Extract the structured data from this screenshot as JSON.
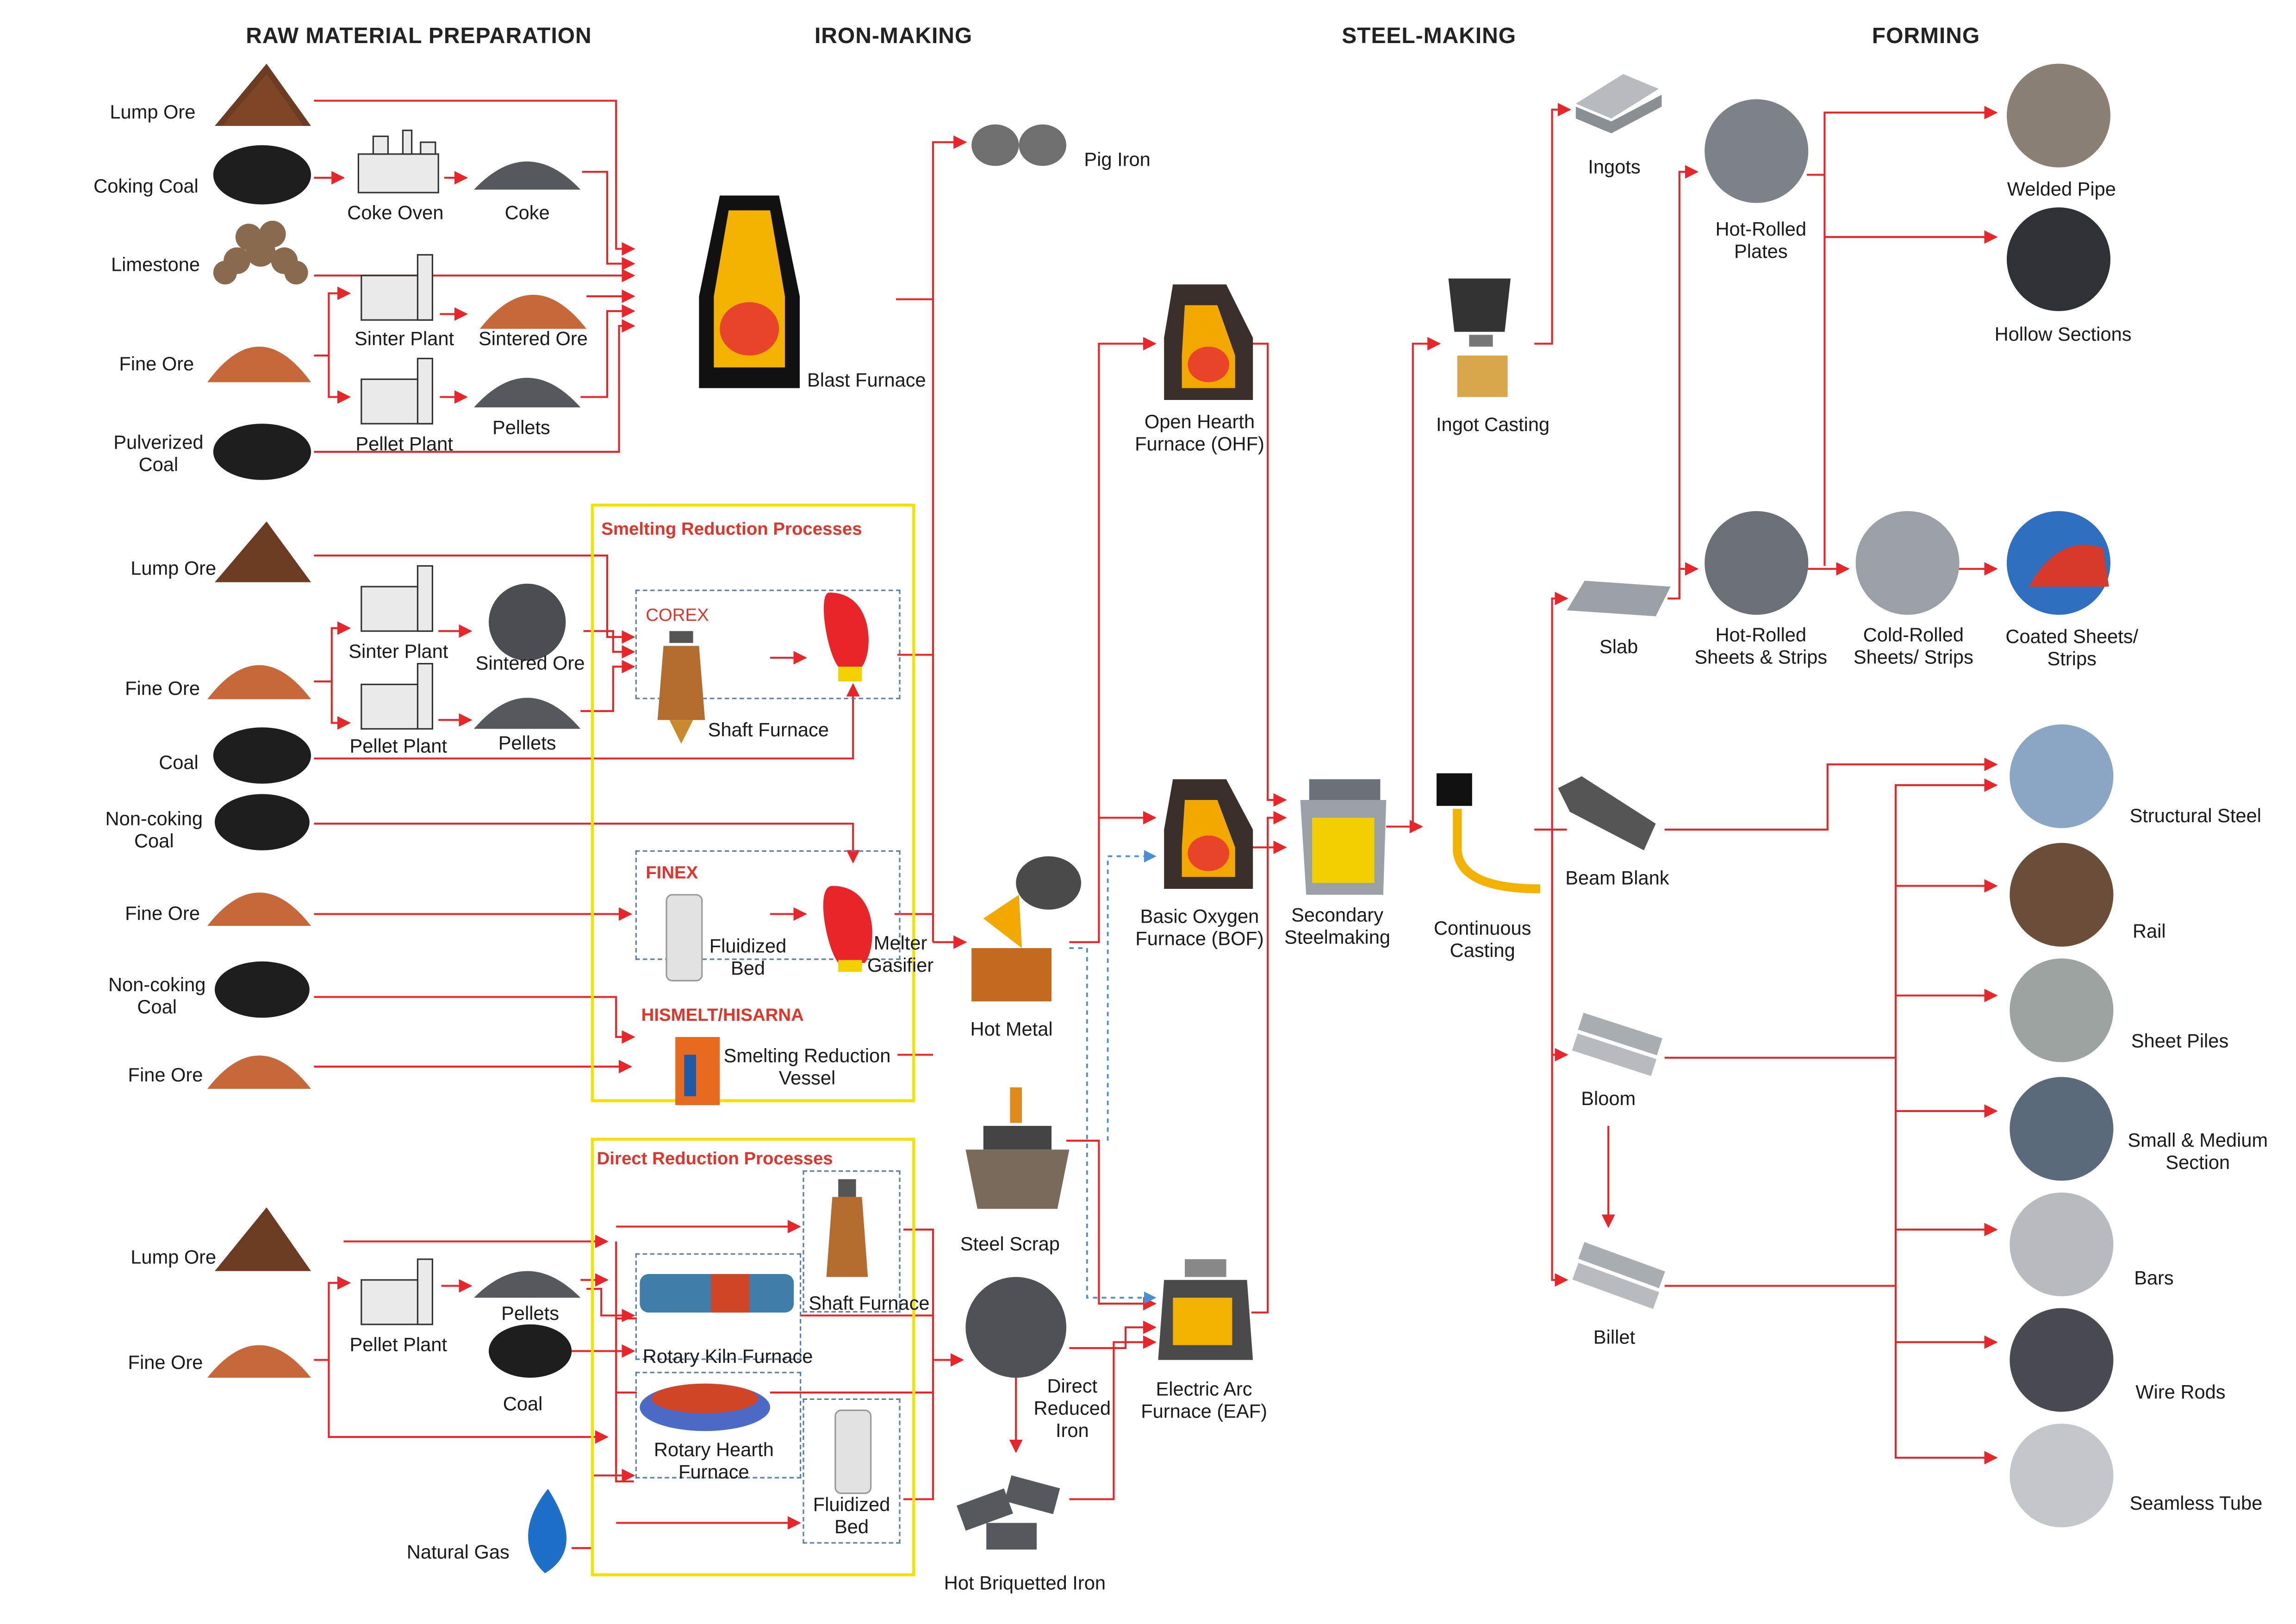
{
  "headers": {
    "raw": "RAW MATERIAL PREPARATION",
    "iron": "IRON-MAKING",
    "steel": "STEEL-MAKING",
    "forming": "FORMING"
  },
  "raw": {
    "lump_ore_1": "Lump Ore",
    "coking_coal": "Coking Coal",
    "coke_oven": "Coke Oven",
    "coke": "Coke",
    "limestone": "Limestone",
    "fine_ore_1": "Fine Ore",
    "sinter_plant_1": "Sinter Plant",
    "sintered_ore_1": "Sintered Ore",
    "pellet_plant_1": "Pellet Plant",
    "pellets_1": "Pellets",
    "pulverized_coal": "Pulverized\nCoal",
    "lump_ore_2": "Lump Ore",
    "sinter_plant_2": "Sinter Plant",
    "sintered_ore_2": "Sintered Ore",
    "fine_ore_2": "Fine Ore",
    "pellet_plant_2": "Pellet Plant",
    "pellets_2": "Pellets",
    "coal_2": "Coal",
    "non_coking_coal_1": "Non-coking\nCoal",
    "fine_ore_3": "Fine Ore",
    "non_coking_coal_2": "Non-coking\nCoal",
    "fine_ore_4": "Fine Ore",
    "lump_ore_3": "Lump Ore",
    "fine_ore_5": "Fine Ore",
    "pellet_plant_3": "Pellet Plant",
    "pellets_3": "Pellets",
    "coal_3": "Coal",
    "natural_gas": "Natural Gas"
  },
  "iron": {
    "pig_iron": "Pig Iron",
    "blast_furnace": "Blast Furnace",
    "smelting_title": "Smelting Reduction Processes",
    "corex": "COREX",
    "shaft_furnace_1": "Shaft Furnace",
    "finex": "FINEX",
    "fluidized_bed_1": "Fluidized\nBed",
    "melter_gasifier": "Melter\nGasifier",
    "hismelt": "HISMELT/HISARNA",
    "smelting_vessel": "Smelting Reduction\nVessel",
    "direct_title": "Direct Reduction Processes",
    "shaft_furnace_2": "Shaft Furnace",
    "rotary_kiln": "Rotary Kiln Furnace",
    "rotary_hearth": "Rotary Hearth\nFurnace",
    "fluidized_bed_2": "Fluidized\nBed",
    "hot_metal": "Hot Metal",
    "steel_scrap": "Steel Scrap",
    "dri": "Direct\nReduced\nIron",
    "hbi": "Hot Briquetted Iron"
  },
  "steel": {
    "ohf": "Open Hearth\nFurnace (OHF)",
    "bof": "Basic Oxygen\nFurnace (BOF)",
    "eaf": "Electric Arc\nFurnace (EAF)",
    "secondary": "Secondary\nSteelmaking",
    "ingot_casting": "Ingot Casting",
    "continuous_casting": "Continuous\nCasting"
  },
  "forming": {
    "ingots": "Ingots",
    "slab": "Slab",
    "beam_blank": "Beam Blank",
    "bloom": "Bloom",
    "billet": "Billet",
    "hr_plates": "Hot-Rolled\nPlates",
    "hr_sheets": "Hot-Rolled\nSheets & Strips",
    "cr_sheets": "Cold-Rolled\nSheets/ Strips",
    "coated": "Coated Sheets/\nStrips",
    "welded_pipe": "Welded Pipe",
    "hollow_sections": "Hollow Sections",
    "structural_steel": "Structural Steel",
    "rail": "Rail",
    "sheet_piles": "Sheet Piles",
    "small_medium": "Small & Medium\nSection",
    "bars": "Bars",
    "wire_rods": "Wire Rods",
    "seamless_tube": "Seamless Tube"
  },
  "colors": {
    "arrow": "#e8262a",
    "box": "#f2e200",
    "dashed": "#5a7fa8",
    "ore": "#c7683a",
    "coal": "#1e1e1e"
  }
}
